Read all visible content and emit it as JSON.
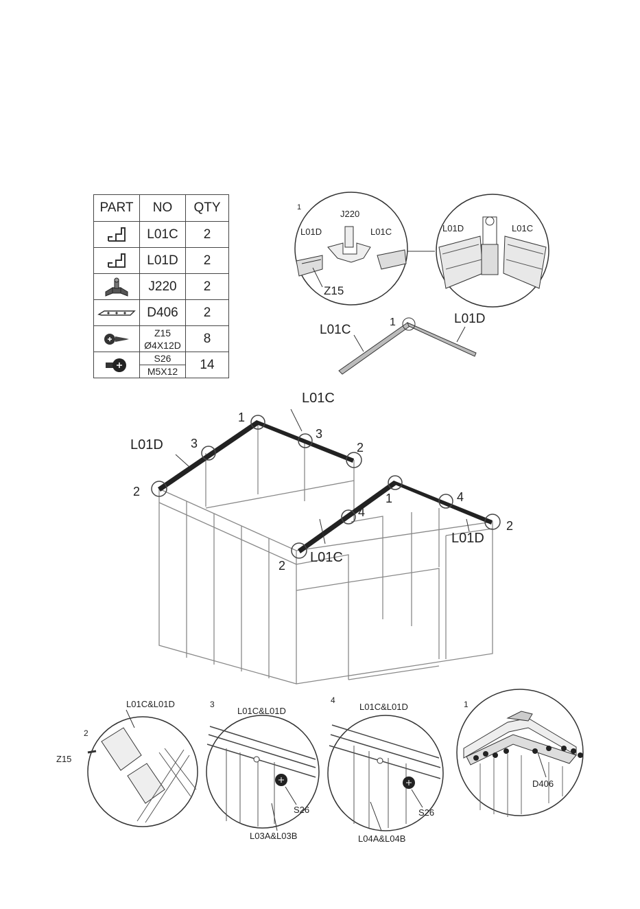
{
  "table": {
    "headers": [
      "PART",
      "NO",
      "QTY"
    ],
    "rows": [
      {
        "icon": "bracket-c-icon",
        "no": "L01C",
        "qty": "2"
      },
      {
        "icon": "bracket-d-icon",
        "no": "L01D",
        "qty": "2"
      },
      {
        "icon": "joint-j220-icon",
        "no": "J220",
        "qty": "2"
      },
      {
        "icon": "plate-d406-icon",
        "no": "D406",
        "qty": "2"
      },
      {
        "icon": "self-tapping-screw-icon",
        "no": "Z15",
        "no2": "Ø4X12D",
        "qty": "8"
      },
      {
        "icon": "bolt-screw-icon",
        "no": "S26",
        "no2": "M5X12",
        "qty": "14"
      }
    ]
  },
  "detail_top": {
    "index": "1",
    "l01d": "L01D",
    "j220": "J220",
    "l01c": "L01C",
    "z15": "Z15"
  },
  "detail_top2": {
    "l01d": "L01D",
    "l01c": "L01C"
  },
  "assembly_small": {
    "l01c": "L01C",
    "l01d": "L01D",
    "n1": "1"
  },
  "main": {
    "l01c_top": "L01C",
    "l01d_left": "L01D",
    "l01c_front": "L01C",
    "l01d_right": "L01D",
    "n1a": "1",
    "n3a": "3",
    "n3b": "3",
    "n2a": "2",
    "n2b": "2",
    "n2c": "2",
    "n2d": "2",
    "n1b": "1",
    "n4a": "4",
    "n4b": "4"
  },
  "details_bottom": [
    {
      "index": "2",
      "top": "L01C&L01D",
      "left": "Z15"
    },
    {
      "index": "3",
      "top": "L01C&L01D",
      "screw": "S26",
      "bottom": "L03A&L03B"
    },
    {
      "index": "4",
      "top": "L01C&L01D",
      "screw": "S26",
      "bottom": "L04A&L04B"
    },
    {
      "index": "1",
      "bottom": "D406"
    }
  ]
}
